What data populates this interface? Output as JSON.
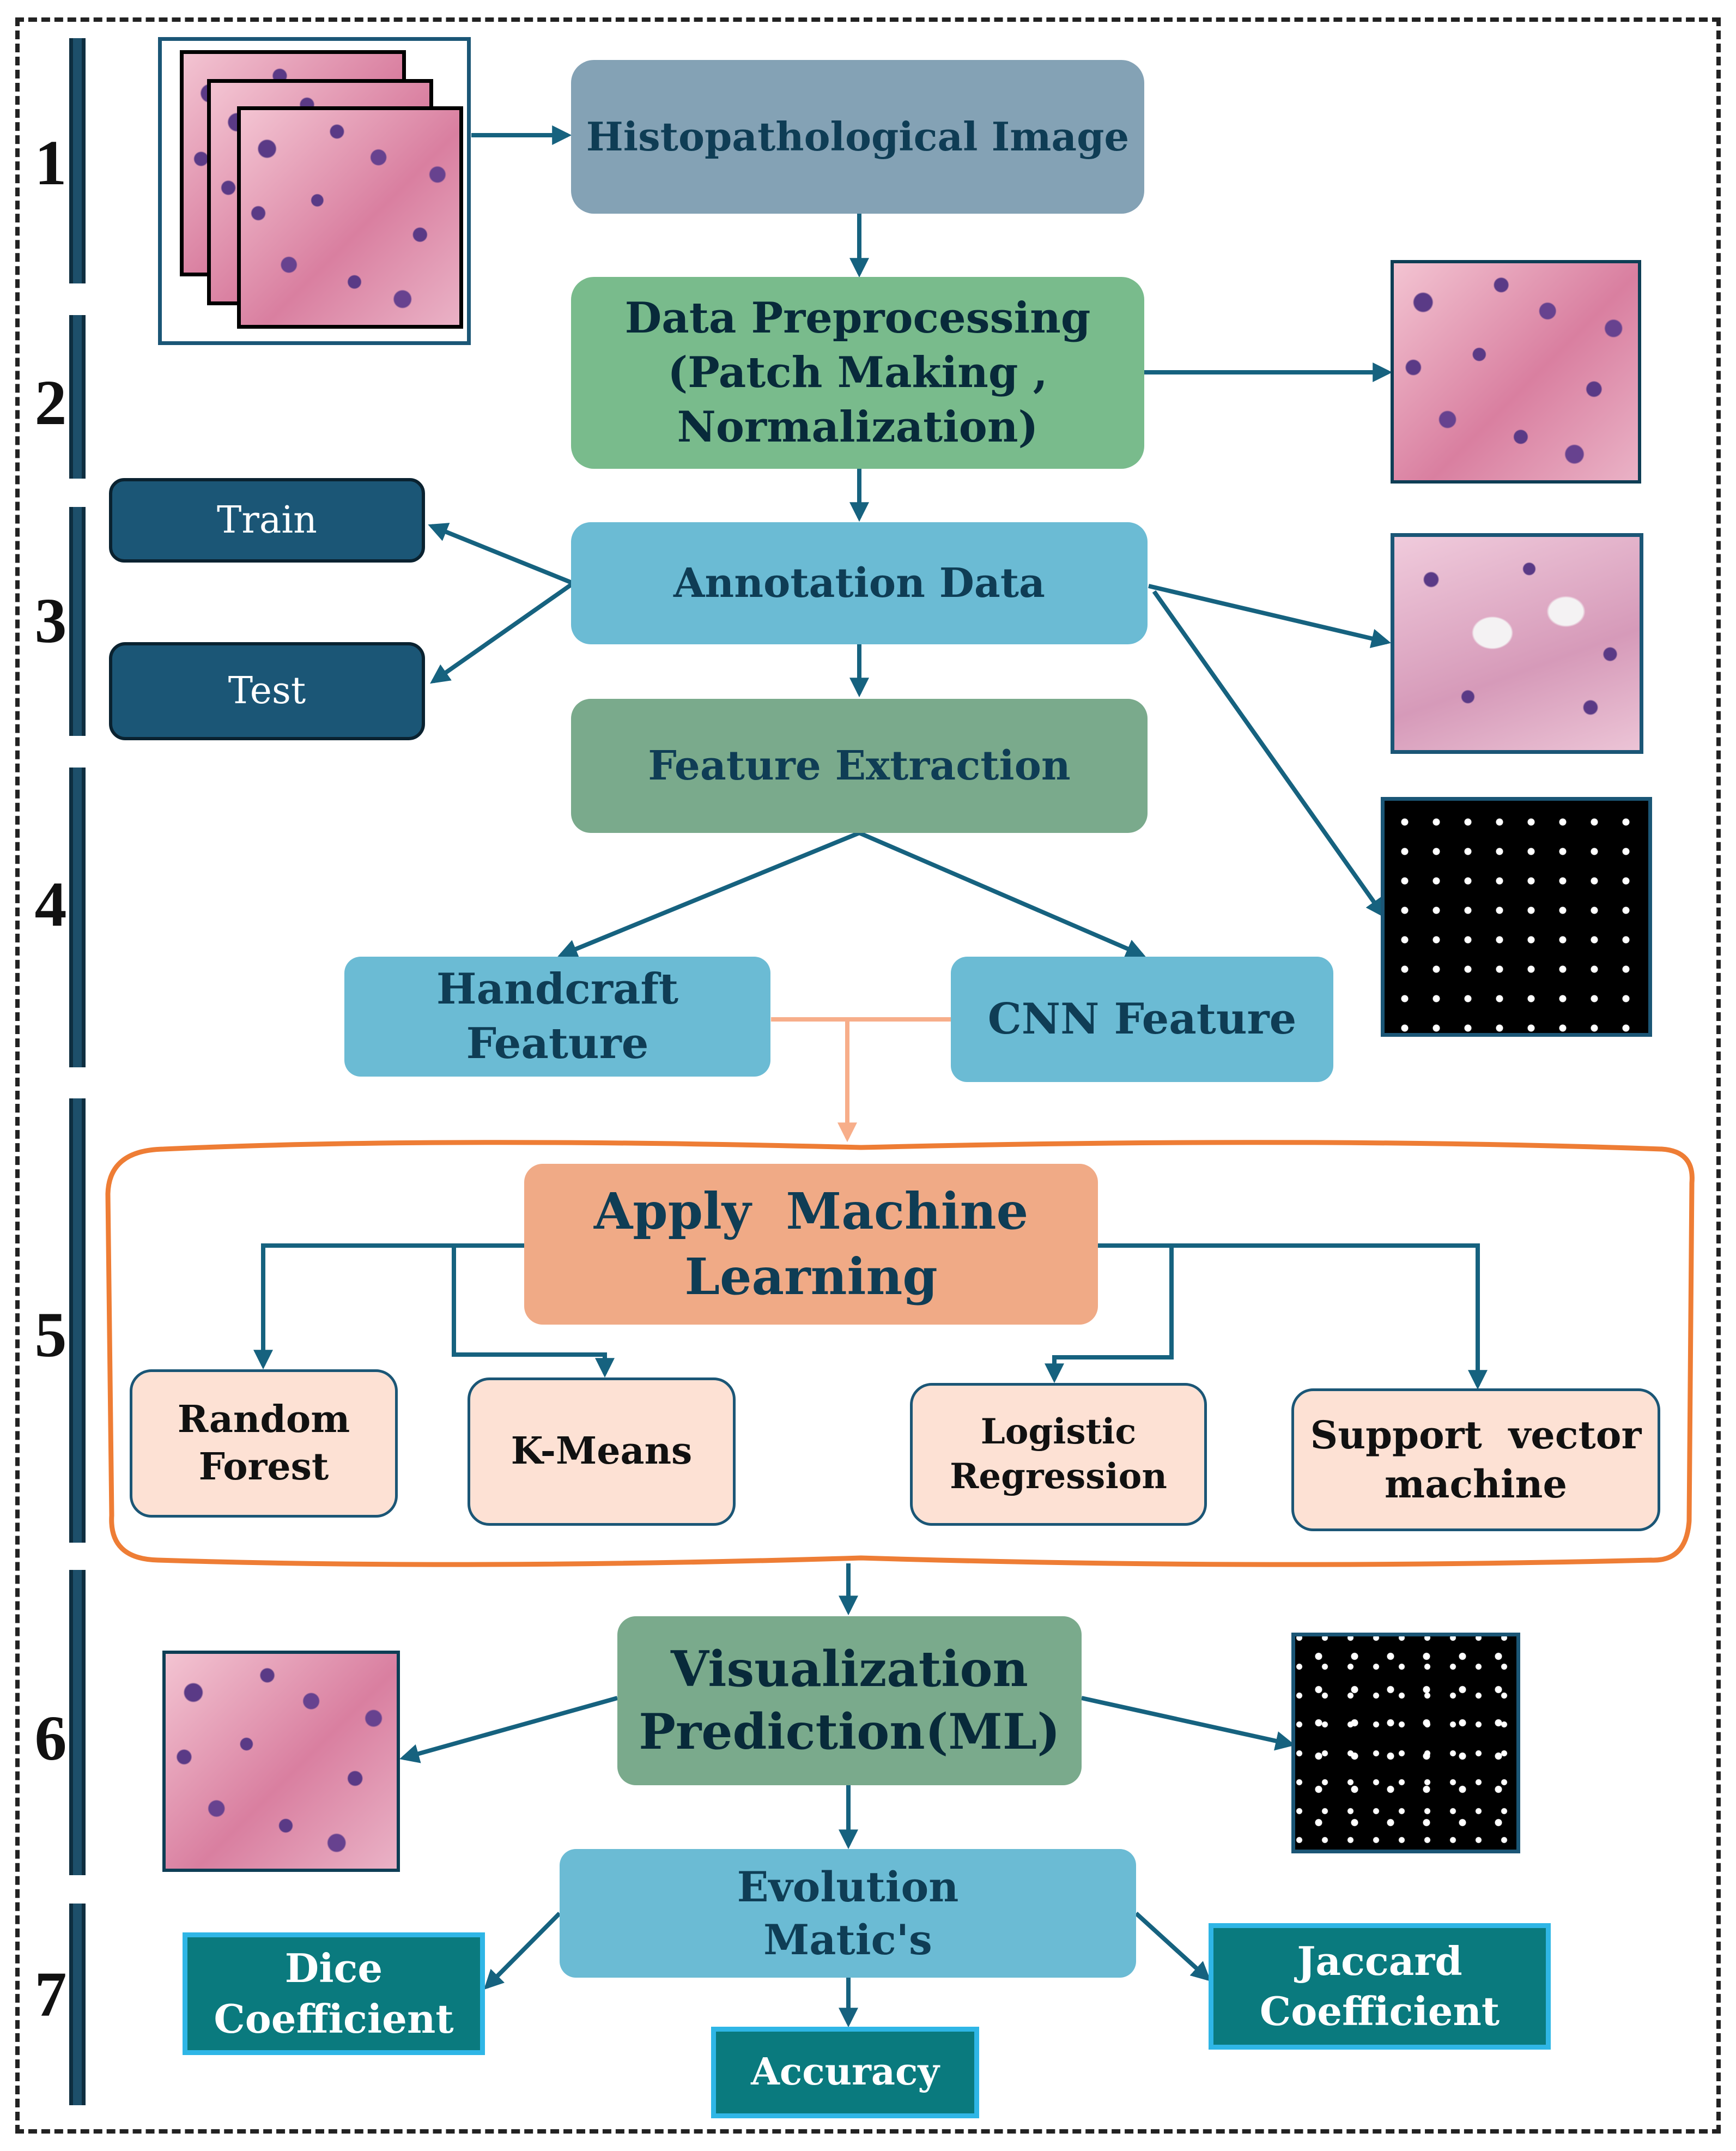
{
  "steps": [
    "1",
    "2",
    "3",
    "4",
    "5",
    "6",
    "7"
  ],
  "nodes": {
    "histopathological_image": "Histopathological Image",
    "data_preprocessing": "Data Preprocessing\n(Patch Making ,\nNormalization)",
    "train": "Train",
    "test": "Test",
    "annotation_data": "Annotation Data",
    "feature_extraction": "Feature Extraction",
    "handcraft_feature": "Handcraft\nFeature",
    "cnn_feature": "CNN Feature",
    "apply_ml": "Apply  Machine\nLearning",
    "random_forest": "Random\nForest",
    "kmeans": "K-Means",
    "logistic_regression": "Logistic\nRegression",
    "svm": "Support  vector\nmachine",
    "visualization": "Visualization\nPrediction(ML)",
    "evolution": "Evolution\nMatic's",
    "dice": "Dice\nCoefficient",
    "accuracy": "Accuracy",
    "jaccard": "Jaccard\nCoefficient"
  },
  "colors": {
    "slate": "#84a2b5",
    "green": "#79bb8c",
    "lightblue": "#6bbbd4",
    "darkgreen": "#7aaa8c",
    "navy": "#1b5676",
    "teal": "#0a7a7e",
    "salmon": "#f0aa86",
    "peach": "#fde1d4",
    "orange": "#ee7d35",
    "arrow": "#16627f"
  }
}
